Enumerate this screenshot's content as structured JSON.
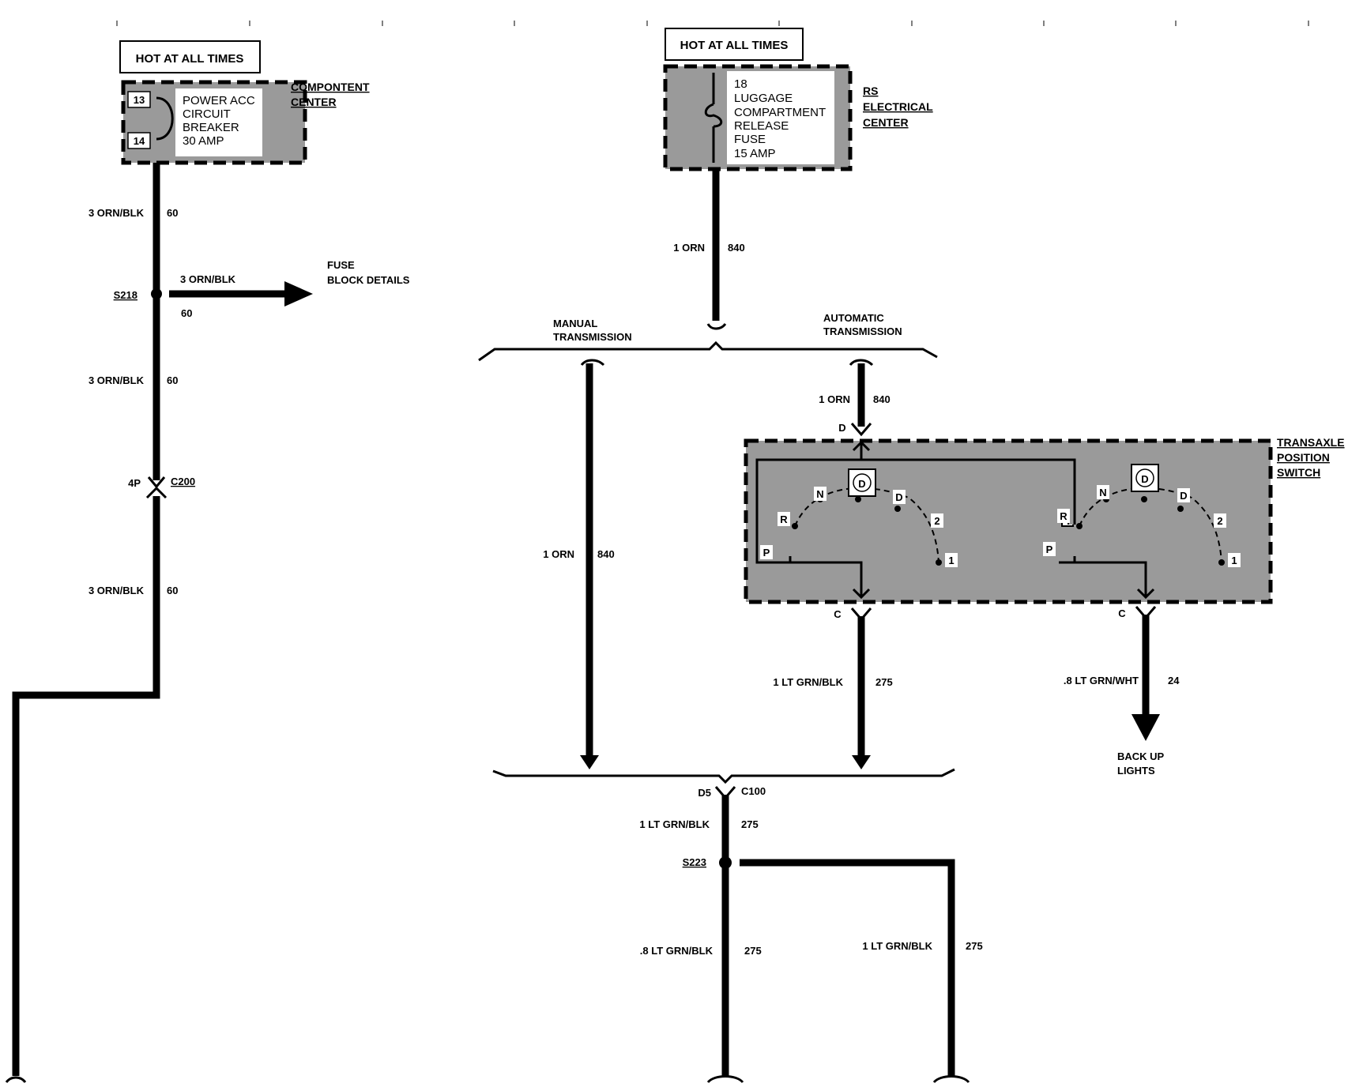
{
  "components": {
    "component_center": {
      "hot_label": "HOT AT ALL TIMES",
      "pin_top": "13",
      "pin_bottom": "14",
      "breaker_lines": [
        "POWER ACC",
        "CIRCUIT",
        "BREAKER",
        "30 AMP"
      ],
      "center_name_lines": [
        "COMPONTENT",
        "CENTER"
      ]
    },
    "rs_center": {
      "hot_label": "HOT AT ALL TIMES",
      "fuse_lines": [
        "18",
        "LUGGAGE",
        "COMPARTMENT",
        "RELEASE",
        "FUSE",
        "15 AMP"
      ],
      "center_name_lines": [
        "RS",
        "ELECTRICAL",
        "CENTER"
      ]
    },
    "transaxle": {
      "name_lines": [
        "TRANSAXLE",
        "POSITION",
        "SWITCH"
      ],
      "pin_in": "D",
      "pin_out_left": "C",
      "pin_out_right": "C",
      "left_switch": {
        "center": "D",
        "positions": [
          "P",
          "R",
          "N",
          "D",
          "2",
          "1"
        ]
      },
      "right_switch": {
        "center": "D",
        "positions": [
          "P",
          "R",
          "N",
          "D",
          "2",
          "1"
        ]
      }
    }
  },
  "splices": {
    "s218": "S218",
    "s223": "S223"
  },
  "connectors": {
    "c200": {
      "name": "C200",
      "pin": "4P"
    },
    "c100": {
      "name": "C100",
      "pin": "D5"
    }
  },
  "branches": {
    "manual": [
      "MANUAL",
      "TRANSMISSION"
    ],
    "automatic": [
      "AUTOMATIC",
      "TRANSMISSION"
    ]
  },
  "destinations": {
    "fuse_block": [
      "FUSE",
      "BLOCK DETAILS"
    ],
    "back_up_lights": [
      "BACK UP",
      "LIGHTS"
    ]
  },
  "wires": {
    "w60_a": {
      "color": "3 ORN/BLK",
      "circuit": "60"
    },
    "w60_branch": {
      "color": "3 ORN/BLK",
      "circuit": "60"
    },
    "w60_b": {
      "color": "3 ORN/BLK",
      "circuit": "60"
    },
    "w60_c": {
      "color": "3 ORN/BLK",
      "circuit": "60"
    },
    "w840_top": {
      "color": "1 ORN",
      "circuit": "840"
    },
    "w840_auto": {
      "color": "1 ORN",
      "circuit": "840"
    },
    "w840_manual": {
      "color": "1 ORN",
      "circuit": "840"
    },
    "w275_auto": {
      "color": "1 LT GRN/BLK",
      "circuit": "275"
    },
    "w24": {
      "color": ".8 LT GRN/WHT",
      "circuit": "24"
    },
    "w275_c100": {
      "color": "1 LT GRN/BLK",
      "circuit": "275"
    },
    "w275_left": {
      "color": ".8 LT GRN/BLK",
      "circuit": "275"
    },
    "w275_right": {
      "color": "1 LT GRN/BLK",
      "circuit": "275"
    }
  }
}
